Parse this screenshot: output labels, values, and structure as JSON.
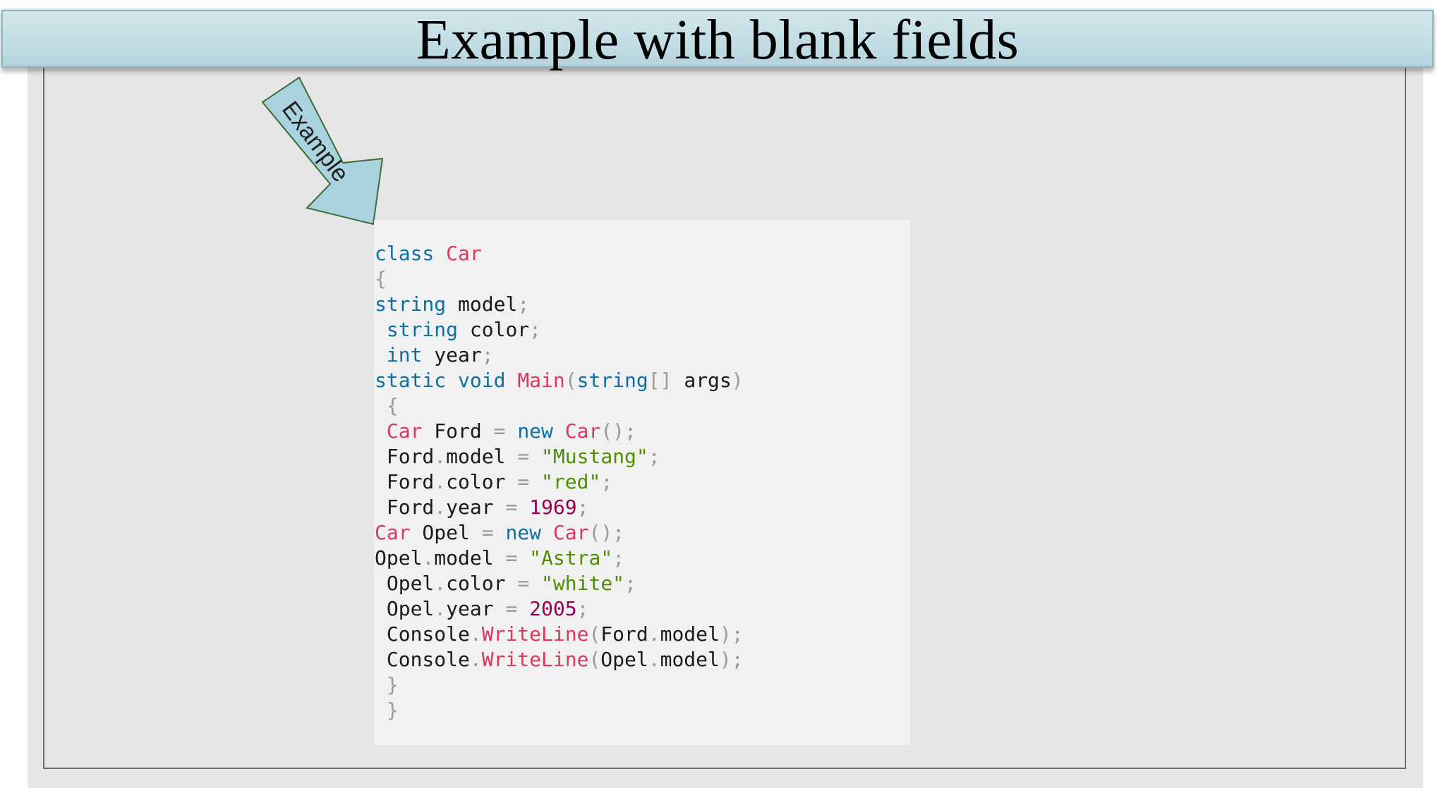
{
  "slide": {
    "title": "Example with blank fields",
    "arrow_label": "Example"
  },
  "colors": {
    "title_bar": "#c3dde5",
    "arrow_fill": "#a9d3de",
    "arrow_stroke": "#3d6b33",
    "frame_bg": "#e6e6e7",
    "code_bg": "#f1f1f2",
    "keyword": "#0f6fa2",
    "type": "#d8395f",
    "string": "#4f8f00",
    "number": "#950055",
    "punctuation": "#9a9a9a"
  },
  "code": {
    "language": "C#",
    "lines": [
      [
        [
          "kw",
          "class"
        ],
        [
          "id",
          " "
        ],
        [
          "type",
          "Car"
        ]
      ],
      [
        [
          "punct",
          "{"
        ]
      ],
      [
        [
          "kw",
          "string"
        ],
        [
          "id",
          " model"
        ],
        [
          "punct",
          ";"
        ]
      ],
      [
        [
          "id",
          " "
        ],
        [
          "kw",
          "string"
        ],
        [
          "id",
          " color"
        ],
        [
          "punct",
          ";"
        ]
      ],
      [
        [
          "id",
          " "
        ],
        [
          "kw",
          "int"
        ],
        [
          "id",
          " year"
        ],
        [
          "punct",
          ";"
        ]
      ],
      [
        [
          "kw",
          "static"
        ],
        [
          "id",
          " "
        ],
        [
          "kw",
          "void"
        ],
        [
          "id",
          " "
        ],
        [
          "method",
          "Main"
        ],
        [
          "punct",
          "("
        ],
        [
          "kw",
          "string"
        ],
        [
          "punct",
          "[]"
        ],
        [
          "id",
          " args"
        ],
        [
          "punct",
          ")"
        ]
      ],
      [
        [
          "id",
          " "
        ],
        [
          "punct",
          "{"
        ]
      ],
      [
        [
          "id",
          " "
        ],
        [
          "type",
          "Car"
        ],
        [
          "id",
          " Ford "
        ],
        [
          "punct",
          "="
        ],
        [
          "id",
          " "
        ],
        [
          "kw",
          "new"
        ],
        [
          "id",
          " "
        ],
        [
          "type",
          "Car"
        ],
        [
          "punct",
          "();"
        ]
      ],
      [
        [
          "id",
          " Ford"
        ],
        [
          "punct",
          "."
        ],
        [
          "id",
          "model "
        ],
        [
          "punct",
          "="
        ],
        [
          "id",
          " "
        ],
        [
          "str",
          "\"Mustang\""
        ],
        [
          "punct",
          ";"
        ]
      ],
      [
        [
          "id",
          " Ford"
        ],
        [
          "punct",
          "."
        ],
        [
          "id",
          "color "
        ],
        [
          "punct",
          "="
        ],
        [
          "id",
          " "
        ],
        [
          "str",
          "\"red\""
        ],
        [
          "punct",
          ";"
        ]
      ],
      [
        [
          "id",
          " Ford"
        ],
        [
          "punct",
          "."
        ],
        [
          "id",
          "year "
        ],
        [
          "punct",
          "="
        ],
        [
          "id",
          " "
        ],
        [
          "num",
          "1969"
        ],
        [
          "punct",
          ";"
        ]
      ],
      [
        [
          "type",
          "Car"
        ],
        [
          "id",
          " Opel "
        ],
        [
          "punct",
          "="
        ],
        [
          "id",
          " "
        ],
        [
          "kw",
          "new"
        ],
        [
          "id",
          " "
        ],
        [
          "type",
          "Car"
        ],
        [
          "punct",
          "();"
        ]
      ],
      [
        [
          "id",
          "Opel"
        ],
        [
          "punct",
          "."
        ],
        [
          "id",
          "model "
        ],
        [
          "punct",
          "="
        ],
        [
          "id",
          " "
        ],
        [
          "str",
          "\"Astra\""
        ],
        [
          "punct",
          ";"
        ]
      ],
      [
        [
          "id",
          " Opel"
        ],
        [
          "punct",
          "."
        ],
        [
          "id",
          "color "
        ],
        [
          "punct",
          "="
        ],
        [
          "id",
          " "
        ],
        [
          "str",
          "\"white\""
        ],
        [
          "punct",
          ";"
        ]
      ],
      [
        [
          "id",
          " Opel"
        ],
        [
          "punct",
          "."
        ],
        [
          "id",
          "year "
        ],
        [
          "punct",
          "="
        ],
        [
          "id",
          " "
        ],
        [
          "num",
          "2005"
        ],
        [
          "punct",
          ";"
        ]
      ],
      [
        [
          "id",
          " Console"
        ],
        [
          "punct",
          "."
        ],
        [
          "method",
          "WriteLine"
        ],
        [
          "punct",
          "("
        ],
        [
          "id",
          "Ford"
        ],
        [
          "punct",
          "."
        ],
        [
          "id",
          "model"
        ],
        [
          "punct",
          ");"
        ]
      ],
      [
        [
          "id",
          " Console"
        ],
        [
          "punct",
          "."
        ],
        [
          "method",
          "WriteLine"
        ],
        [
          "punct",
          "("
        ],
        [
          "id",
          "Opel"
        ],
        [
          "punct",
          "."
        ],
        [
          "id",
          "model"
        ],
        [
          "punct",
          ");"
        ]
      ],
      [
        [
          "id",
          " "
        ],
        [
          "punct",
          "}"
        ]
      ],
      [
        [
          "id",
          " "
        ],
        [
          "punct",
          "}"
        ]
      ]
    ]
  }
}
